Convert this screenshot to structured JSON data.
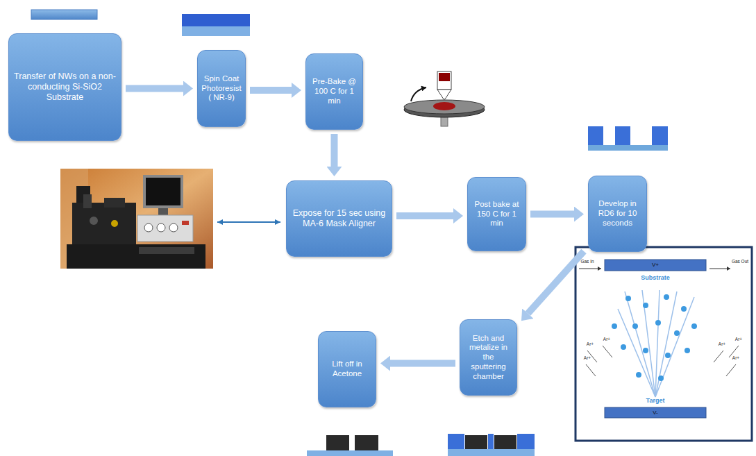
{
  "diagram": {
    "nodes": [
      {
        "text": [
          "Transfer of NWs on a non-conducting Si-SiO2 Substrate"
        ]
      },
      {
        "text": [
          "Spin Coat Photoresist ( NR-9)"
        ]
      },
      {
        "text": [
          "Pre-Bake @ 100 C for 1 min"
        ]
      },
      {
        "text": [
          "Expose for 15 sec using MA-6 Mask Aligner"
        ]
      },
      {
        "text": [
          "Post bake at 150 C for 1 min"
        ]
      },
      {
        "text": [
          "Develop in RD6 for 10 seconds"
        ]
      },
      {
        "text": [
          "Etch and metalize in the sputtering chamber"
        ]
      },
      {
        "text": [
          "Lift off in Acetone"
        ]
      }
    ],
    "edges": [
      {
        "from": 0,
        "to": 1,
        "arrow": "to"
      },
      {
        "from": 1,
        "to": 2,
        "arrow": "to"
      },
      {
        "from": 2,
        "to": 3,
        "arrow": "to"
      },
      {
        "from": 3,
        "to": 4,
        "arrow": "to"
      },
      {
        "from": 4,
        "to": 5,
        "arrow": "to"
      },
      {
        "from": 5,
        "to": 6,
        "arrow": "to"
      },
      {
        "from": 6,
        "to": 7,
        "arrow": "to"
      }
    ],
    "labels": [
      "Gas In",
      "Gas Out",
      "V+",
      "Substrate",
      "Target",
      "V-",
      "Ar+",
      "Ar+",
      "Ar+",
      "Ar+",
      "Ar+",
      "Ar+"
    ]
  }
}
